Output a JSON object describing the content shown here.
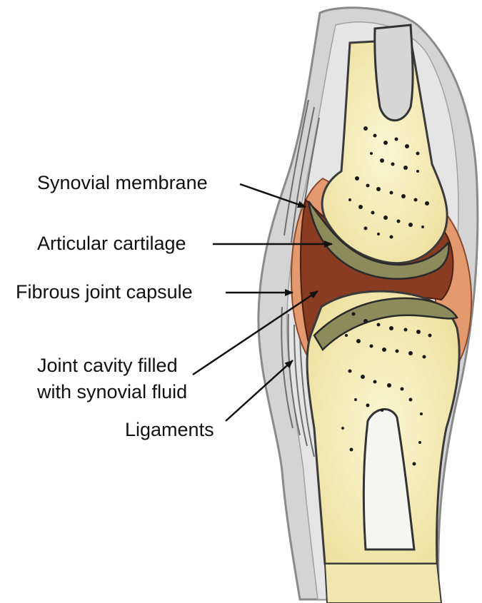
{
  "labels": {
    "synovial_membrane": "Synovial membrane",
    "articular_cartilage": "Articular cartilage",
    "fibrous_joint_capsule": "Fibrous joint capsule",
    "joint_cavity_line1": "Joint cavity filled",
    "joint_cavity_line2": "with synovial fluid",
    "ligaments": "Ligaments"
  },
  "colors": {
    "bone": "#f7efb9",
    "marrow_dots": "#1a1a1a",
    "cartilage": "#8b8b5c",
    "synovial_membrane": "#e39a6e",
    "joint_cavity": "#8a3c22",
    "soft_tissue": "#cfd0cf",
    "skin_outline": "#9a9a9a",
    "leader_lines": "#111111"
  }
}
